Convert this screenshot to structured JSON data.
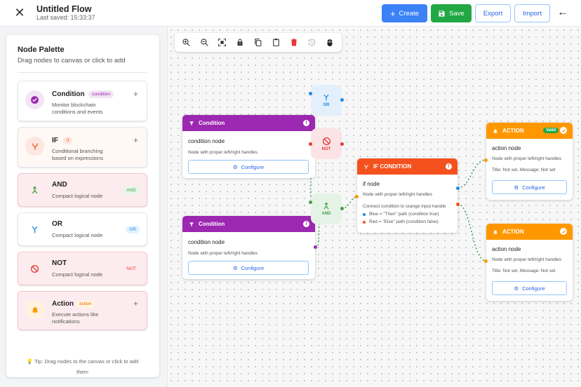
{
  "header": {
    "title": "Untitled Flow",
    "last_saved": "Last saved: 15:33:37",
    "create_label": "Create",
    "save_label": "Save",
    "export_label": "Export",
    "import_label": "Import"
  },
  "palette": {
    "title": "Node Palette",
    "subtitle": "Drag nodes to canvas or click to add",
    "items": [
      {
        "name": "Condition",
        "badge": "condition",
        "desc_line1": "Monitor blockchain",
        "desc_line2": "conditions and events"
      },
      {
        "name": "IF",
        "badge": "if",
        "desc_line1": "Conditional branching",
        "desc_line2": "based on expressions"
      },
      {
        "name": "AND",
        "badge": "AND",
        "desc_line1": "Compact logical node",
        "desc_line2": ""
      },
      {
        "name": "OR",
        "badge": "OR",
        "desc_line1": "Compact logical node",
        "desc_line2": ""
      },
      {
        "name": "NOT",
        "badge": "NOT",
        "desc_line1": "Compact logical node",
        "desc_line2": ""
      },
      {
        "name": "Action",
        "badge": "action",
        "desc_line1": "Execute actions like",
        "desc_line2": "notifications"
      }
    ],
    "tip_line1": "Tip: Drag nodes to the canvas or click to add",
    "tip_line2": "them"
  },
  "canvas": {
    "cond1": {
      "header": "Condition",
      "title": "condition node",
      "desc": "Node with proper left/right handles",
      "configure": "Configure"
    },
    "cond2": {
      "header": "Condition",
      "title": "condition node",
      "desc": "Node with proper left/right handles",
      "configure": "Configure"
    },
    "or_node": {
      "label": "OR"
    },
    "not_node": {
      "label": "NOT"
    },
    "and_node": {
      "label": "AND"
    },
    "if_node": {
      "header": "IF CONDITION",
      "title": "if node",
      "desc": "Node with proper left/right handles",
      "hint": "Connect condition to orange input handle",
      "blue": "Blue = \"Then\" path (condition true)",
      "red": "Red = \"Else\" path (condition false)"
    },
    "action1": {
      "header": "ACTION",
      "badge": "Valid",
      "title": "action node",
      "desc": "Node with proper left/right handles",
      "info": "Title: Not set, Message: Not set",
      "configure": "Configure"
    },
    "action2": {
      "header": "ACTION",
      "title": "action node",
      "desc": "Node with proper left/right handles",
      "info": "Title: Not set, Message: Not set",
      "configure": "Configure"
    }
  },
  "colors": {
    "primary": "#3b82f6",
    "save": "#22a745",
    "condition": "#9c27b0",
    "if": "#f4511e",
    "action": "#ff9800",
    "and": "#43a047",
    "or": "#1e88e5",
    "not": "#e53935"
  }
}
